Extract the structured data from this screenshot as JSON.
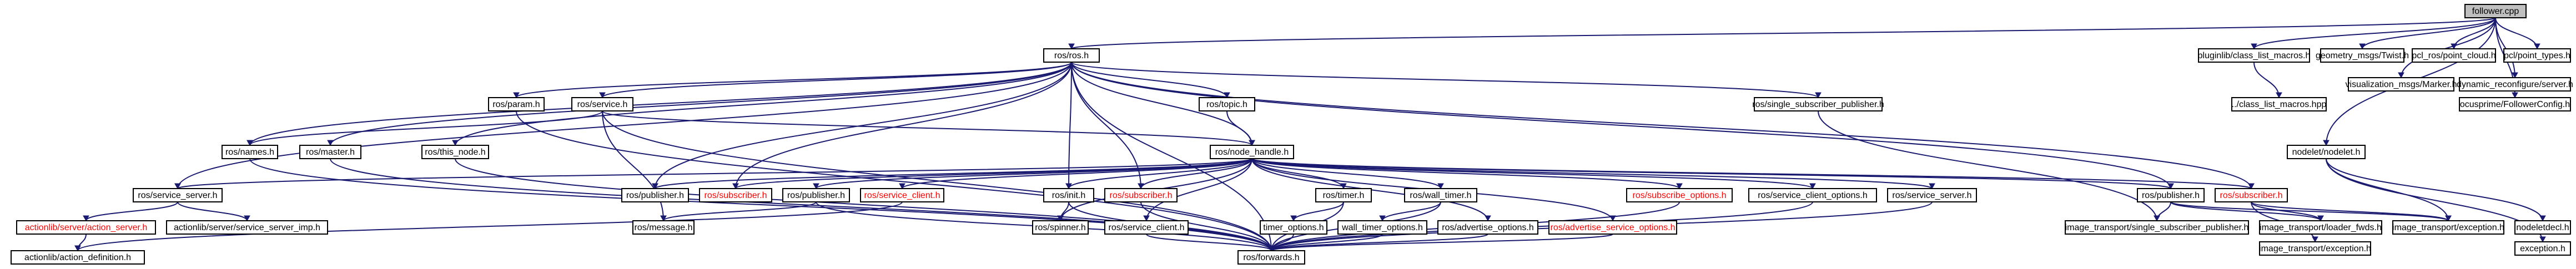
{
  "diagram": {
    "type": "include-dependency-graph",
    "colors": {
      "edge": "#191970",
      "root_fill": "#bfbfbf",
      "node_fill": "#ffffff",
      "highlight_text": "#ff0000"
    },
    "nodes": {
      "follower_cpp": {
        "label": "follower.cpp",
        "kind": "root"
      },
      "ros_ros_h": {
        "label": "ros/ros.h"
      },
      "pluginlib_class_list_macros_h": {
        "label": "pluginlib/class_list_macros.h"
      },
      "geometry_msgs_twist_h": {
        "label": "geometry_msgs/Twist.h"
      },
      "pcl_ros_point_cloud_h": {
        "label": "pcl_ros/point_cloud.h"
      },
      "pcl_point_types_h": {
        "label": "pcl/point_types.h"
      },
      "visualization_msgs_marker_h": {
        "label": "visualization_msgs/Marker.h"
      },
      "dynamic_reconfigure_server_h": {
        "label": "dynamic_reconfigure/server.h"
      },
      "ocs_follower_config_h": {
        "label": "ocusprime/FollowerConfig.h"
      },
      "class_list_macros_hpp": {
        "label": "../class_list_macros.hpp"
      },
      "ros_param_h": {
        "label": "ros/param.h"
      },
      "ros_service_h": {
        "label": "ros/service.h"
      },
      "ros_topic_h": {
        "label": "ros/topic.h"
      },
      "ros_single_subscriber_publisher_h": {
        "label": "ros/single_subscriber_publisher.h"
      },
      "ros_names_h": {
        "label": "ros/names.h"
      },
      "ros_master_h": {
        "label": "ros/master.h"
      },
      "ros_this_node_h": {
        "label": "ros/this_node.h"
      },
      "ros_node_handle_h": {
        "label": "ros/node_handle.h"
      },
      "ros_service_server_h": {
        "label": "ros/service_server.h"
      },
      "ros_publisher_h": {
        "label": "ros/publisher.h"
      },
      "ros_subscriber_h": {
        "label": "ros/subscriber.h",
        "highlight": true
      },
      "ros_service_client_h": {
        "label": "ros/service_client.h",
        "highlight": true
      },
      "ros_init_h": {
        "label": "ros/init.h"
      },
      "ros_subscriber_b_h": {
        "label": "ros/subscriber.h",
        "highlight": true
      },
      "ros_timer_h": {
        "label": "ros/timer.h"
      },
      "ros_wall_timer_h": {
        "label": "ros/wall_timer.h"
      },
      "ros_subscribe_options_h": {
        "label": "ros/subscribe_options.h",
        "highlight": true
      },
      "ros_service_client_options_h": {
        "label": "ros/service_client_options.h"
      },
      "ros_service_server_b_h": {
        "label": "ros/service_server.h"
      },
      "image_transport_publisher_h": {
        "label": "ros/publisher.h"
      },
      "image_transport_subscriber_h": {
        "label": "ros/subscriber.h",
        "highlight": true
      },
      "nodelet_nodelet_h": {
        "label": "nodelet/nodelet.h"
      },
      "ros_publisher_b_h": {
        "label": "ros/publisher.h"
      },
      "ros_message_h": {
        "label": "ros/message.h"
      },
      "actionlib_server_action_server_h": {
        "label": "actionlib/server/action_server.h",
        "highlight": true
      },
      "actionlib_server_service_server_imp_h": {
        "label": "actionlib/server/service_server_imp.h"
      },
      "ros_spinner_h": {
        "label": "ros/spinner.h"
      },
      "ros_service_client_c_h": {
        "label": "ros/service_client.h"
      },
      "timer_options_h": {
        "label": "timer_options.h"
      },
      "wall_timer_options_h": {
        "label": "wall_timer_options.h"
      },
      "ros_advertise_options_h": {
        "label": "ros/advertise_options.h"
      },
      "ros_advertise_service_options_h": {
        "label": "ros/advertise_service_options.h",
        "highlight": true
      },
      "image_transport_single_subscriber_publisher_h": {
        "label": "image_transport/single_subscriber_publisher.h"
      },
      "image_transport_loader_fwds_h": {
        "label": "image_transport/loader_fwds.h"
      },
      "image_transport_exception_h": {
        "label": "image_transport/exception.h"
      },
      "image_transport_exception_b_h": {
        "label": "image_transport/exception.h"
      },
      "nodeletdecl_h": {
        "label": "nodeletdecl.h"
      },
      "exception_h": {
        "label": "exception.h"
      },
      "actionlib_action_definition_h": {
        "label": "actionlib/action_definition.h"
      },
      "ros_forwards_h": {
        "label": "ros/forwards.h"
      }
    }
  }
}
